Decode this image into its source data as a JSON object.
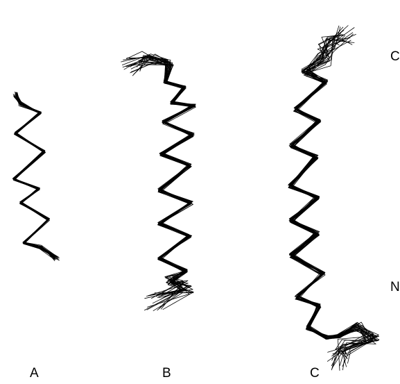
{
  "panels": [
    {
      "label": "A"
    },
    {
      "label": "B"
    },
    {
      "label": "C"
    }
  ],
  "termini": {
    "top": "C",
    "bottom": "N"
  },
  "colors": {
    "strand": "#000000",
    "background": "#ffffff"
  }
}
